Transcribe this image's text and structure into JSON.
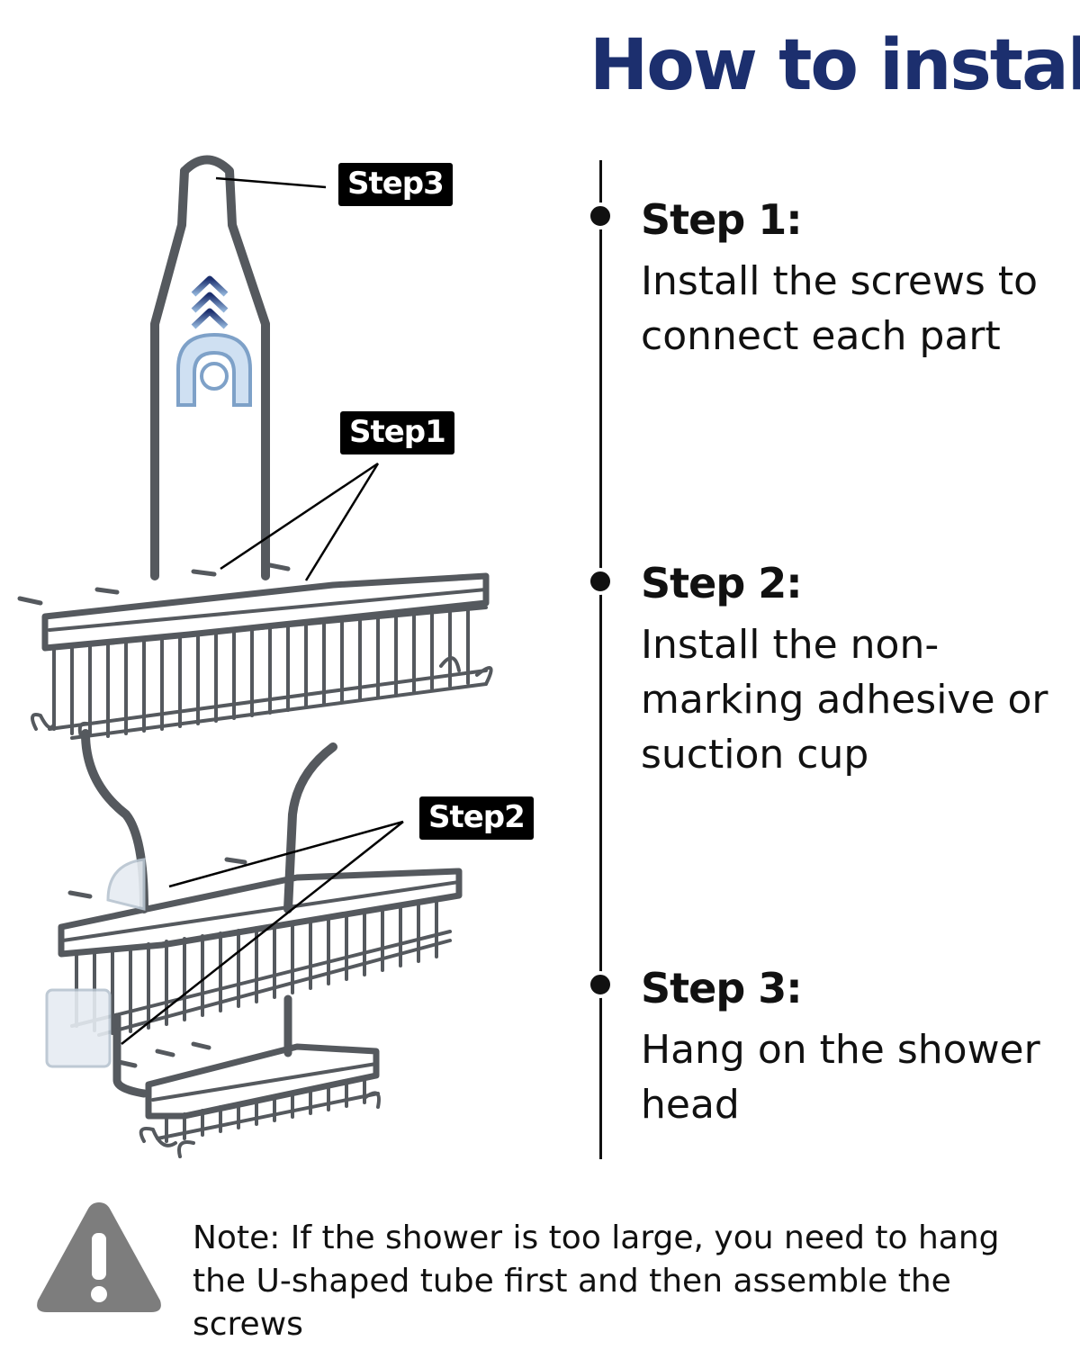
{
  "header": {
    "title": "How to install"
  },
  "callouts": {
    "step3": "Step3",
    "step1": "Step1",
    "step2": "Step2"
  },
  "steps": [
    {
      "title": "Step 1:",
      "text": "Install the screws to connect each part"
    },
    {
      "title": "Step 2:",
      "text": "Install the non-marking adhesive or suction cup"
    },
    {
      "title": "Step 3:",
      "text": "Hang on the shower head"
    }
  ],
  "note": {
    "text": "Note: If the shower is too large, you need to hang the U-shaped tube first and then assemble the screws",
    "icon": "warning-icon"
  },
  "colors": {
    "title": "#1c2f6e",
    "metal": "#55595e",
    "warning": "#7d7d7d"
  }
}
